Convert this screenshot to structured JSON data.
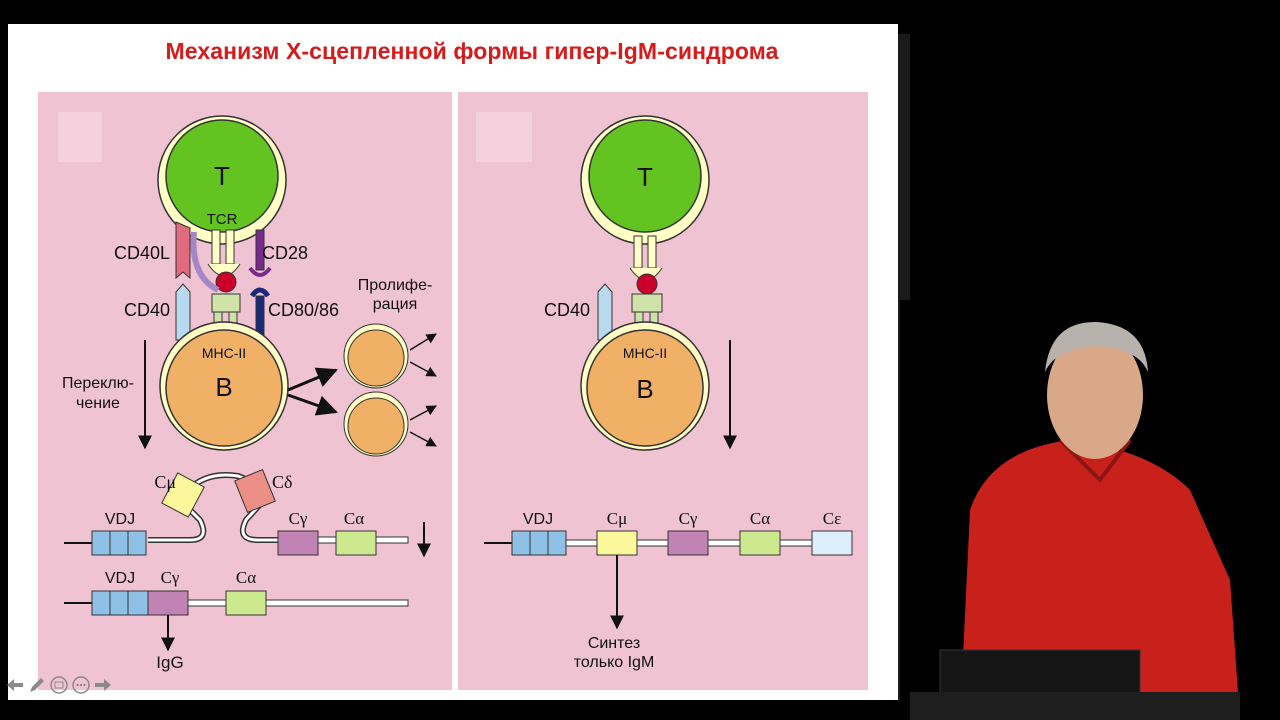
{
  "title": "Механизм Х-сцепленной формы гипер-IgM-синдрома",
  "left_panel": {
    "t_cell": "T",
    "tcr": "TCR",
    "b_cell": "B",
    "mhc": "MHC-II",
    "cd40l": "CD40L",
    "cd28": "CD28",
    "cd40": "CD40",
    "cd80": "CD80/86",
    "prolif_1": "Пролифе-",
    "prolif_2": "рация",
    "switch_1": "Переклю-",
    "switch_2": "чение",
    "cmu": "Cμ",
    "cdelta": "Cδ",
    "vdj_1": "VDJ",
    "cgamma_1": "Cγ",
    "calpha_1": "Cα",
    "vdj_2": "VDJ",
    "cgamma_2": "Cγ",
    "calpha_2": "Cα",
    "igg": "IgG"
  },
  "right_panel": {
    "t_cell": "T",
    "b_cell": "B",
    "mhc": "MHC-II",
    "cd40": "CD40",
    "vdj": "VDJ",
    "cmu": "Cμ",
    "cgamma": "Cγ",
    "calpha": "Cα",
    "cepsilon": "Cε",
    "synth_1": "Синтез",
    "synth_2": "только IgM"
  },
  "colors": {
    "title": "#d71a1a",
    "panel_bg": "#f0c3d2",
    "t_cell": "#63c321",
    "b_cell": "#f0b066",
    "cd40l": "#e06a7e",
    "cd40": "#b9d9ef",
    "cd28": "#7a2a8c",
    "cd80": "#1b2a78",
    "vdj": "#8fc1e6",
    "cmu": "#fbf79a",
    "cdelta": "#ec8f86",
    "cgamma": "#c083b4",
    "calpha": "#cde98f",
    "cepsilon": "#dceefa"
  },
  "nav_icons": [
    "back-arrow-icon",
    "pen-icon",
    "slides-icon",
    "more-icon",
    "forward-arrow-icon"
  ]
}
